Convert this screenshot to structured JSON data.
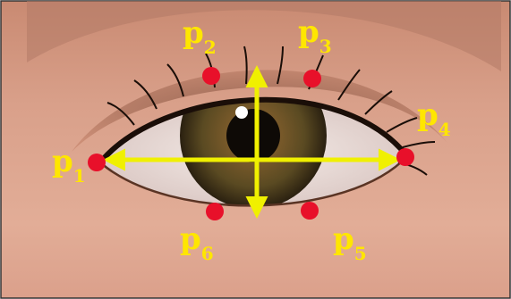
{
  "colors": {
    "landmark": "#e8102a",
    "axis": "#f0f000",
    "label": "#ffe600",
    "skin": "#d9a08a",
    "iris": "#6b4a22"
  },
  "landmarks": [
    {
      "id": "p1",
      "letter": "p",
      "sub": "1"
    },
    {
      "id": "p2",
      "letter": "p",
      "sub": "2"
    },
    {
      "id": "p3",
      "letter": "p",
      "sub": "3"
    },
    {
      "id": "p4",
      "letter": "p",
      "sub": "4"
    },
    {
      "id": "p5",
      "letter": "p",
      "sub": "5"
    },
    {
      "id": "p6",
      "letter": "p",
      "sub": "6"
    }
  ]
}
